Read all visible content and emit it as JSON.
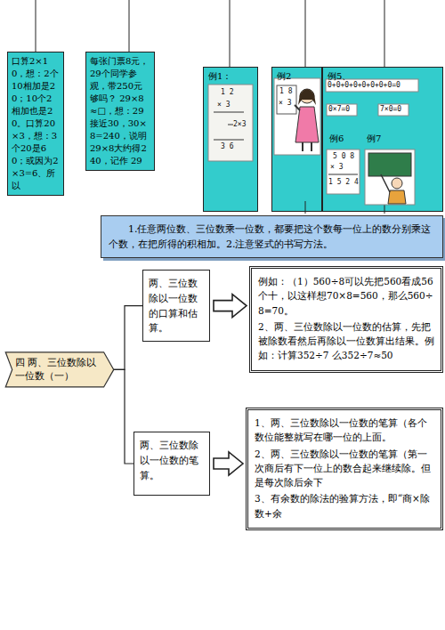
{
  "diagram": {
    "nodes": [
      {
        "text": [
          "口算2×10，想：2个10相加是20；10个2相加也是20。口算20×3，想：3个20是60；或因为2×3=6、所以"
        ]
      },
      {
        "text": [
          "每张门票8元，29个同学参观，带250元够吗？ 29×8≈□，想：29接近30，30×8=240，说明29×8大约得240，记作 29"
        ]
      },
      {
        "text": [
          "例1："
        ]
      },
      {
        "text": [
          "例2"
        ]
      },
      {
        "text": [
          "例5、"
        ]
      },
      {
        "text": [
          "例6"
        ],
        "in": 4
      },
      {
        "text": [
          "例7"
        ],
        "in": 4
      },
      {
        "text": [
          "1.任意两位数、三位数乘一位数，都要把这个数每一位上的数分别乘这个数，在把所得的积相加。2.注意竖式的书写方法。"
        ]
      },
      {
        "text": [
          "四 两、三位数除以一位数（一）"
        ]
      },
      {
        "text": [
          "两、三位数除以一位数的口算和估算。"
        ]
      },
      {
        "text": [
          "例如：（1）560÷8可以先把560看成56个十，以这样想70×8=560，那么560÷8=70。",
          "2、两、三位数除以一位数的估算，先把被除数看然后再除以一位数算出结果。例如：计算352÷7 么352÷7≈50"
        ]
      },
      {
        "text": [
          "两、三位数除以一位数的笔算。"
        ]
      },
      {
        "text": [
          "1、两、三位数除以一位数的笔算（各个数位能整就写在哪一位的上面。",
          "2、两、三位数除以一位数的笔算（第一次商后有下一位上的数合起来继续除。但是每次除后余下",
          "3、有余数的除法的验算方法，即“商×除数+余"
        ]
      }
    ],
    "edges": [
      {
        "from": 8,
        "to": 9,
        "arrow": "none"
      },
      {
        "from": 8,
        "to": 11,
        "arrow": "none"
      },
      {
        "from": 9,
        "to": 10,
        "arrow": "to"
      },
      {
        "from": 11,
        "to": 12,
        "arrow": "to"
      }
    ],
    "labels": [
      "1 2",
      "× 3",
      "2×3",
      "3 6",
      "1 8",
      "× 3",
      "0+0+0+0+0+0+0+0=0",
      "0×7=0",
      "7×0=0",
      "5 0 8",
      "× 3",
      "1 5 2 4"
    ]
  }
}
